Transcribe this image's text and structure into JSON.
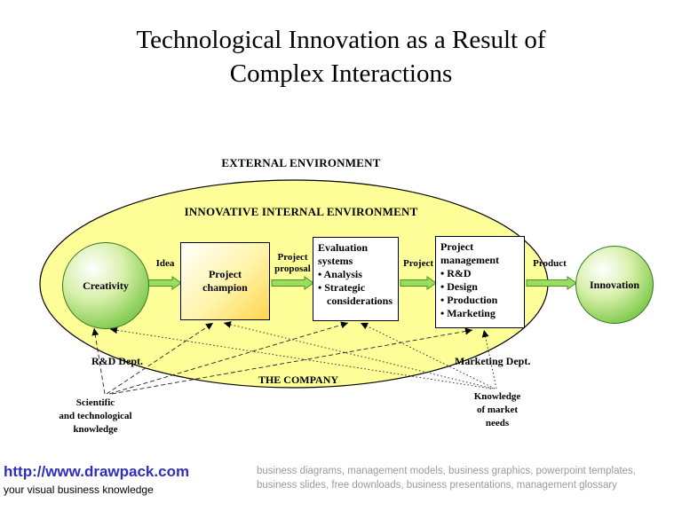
{
  "title": "Technological Innovation as a Result of\nComplex Interactions",
  "diagram": {
    "external_label": "EXTERNAL ENVIRONMENT",
    "internal_label": "INNOVATIVE INTERNAL ENVIRONMENT",
    "company_label": "THE COMPANY",
    "creativity": "Creativity",
    "innovation": "Innovation",
    "champion": "Project champion",
    "evaluation": {
      "title": "Evaluation systems",
      "items": [
        "• Analysis",
        "• Strategic considerations"
      ]
    },
    "management": {
      "title": "Project management",
      "items": [
        "• R&D",
        "• Design",
        "• Production",
        "• Marketing"
      ]
    },
    "flow_labels": {
      "idea": "Idea",
      "proposal": "Project proposal",
      "project": "Project",
      "product": "Product"
    },
    "rd_dept": "R&D Dept.",
    "marketing_dept": "Marketing Dept.",
    "scientific_knowledge": "Scientific\nand technological\nknowledge",
    "market_knowledge": "Knowledge\nof market\nneeds"
  },
  "footer": {
    "url": "http://www.drawpack.com",
    "tagline": "your visual business knowledge",
    "description": "business diagrams, management models, business graphics, powerpoint templates, business slides, free downloads, business presentations, management glossary"
  },
  "colors": {
    "ellipse_fill": "#ffff99",
    "arrow_green": "#9ade5f",
    "node_green": "#5aaa35",
    "link_blue": "#2f2fbf",
    "description_gray": "#9a9a9a"
  }
}
